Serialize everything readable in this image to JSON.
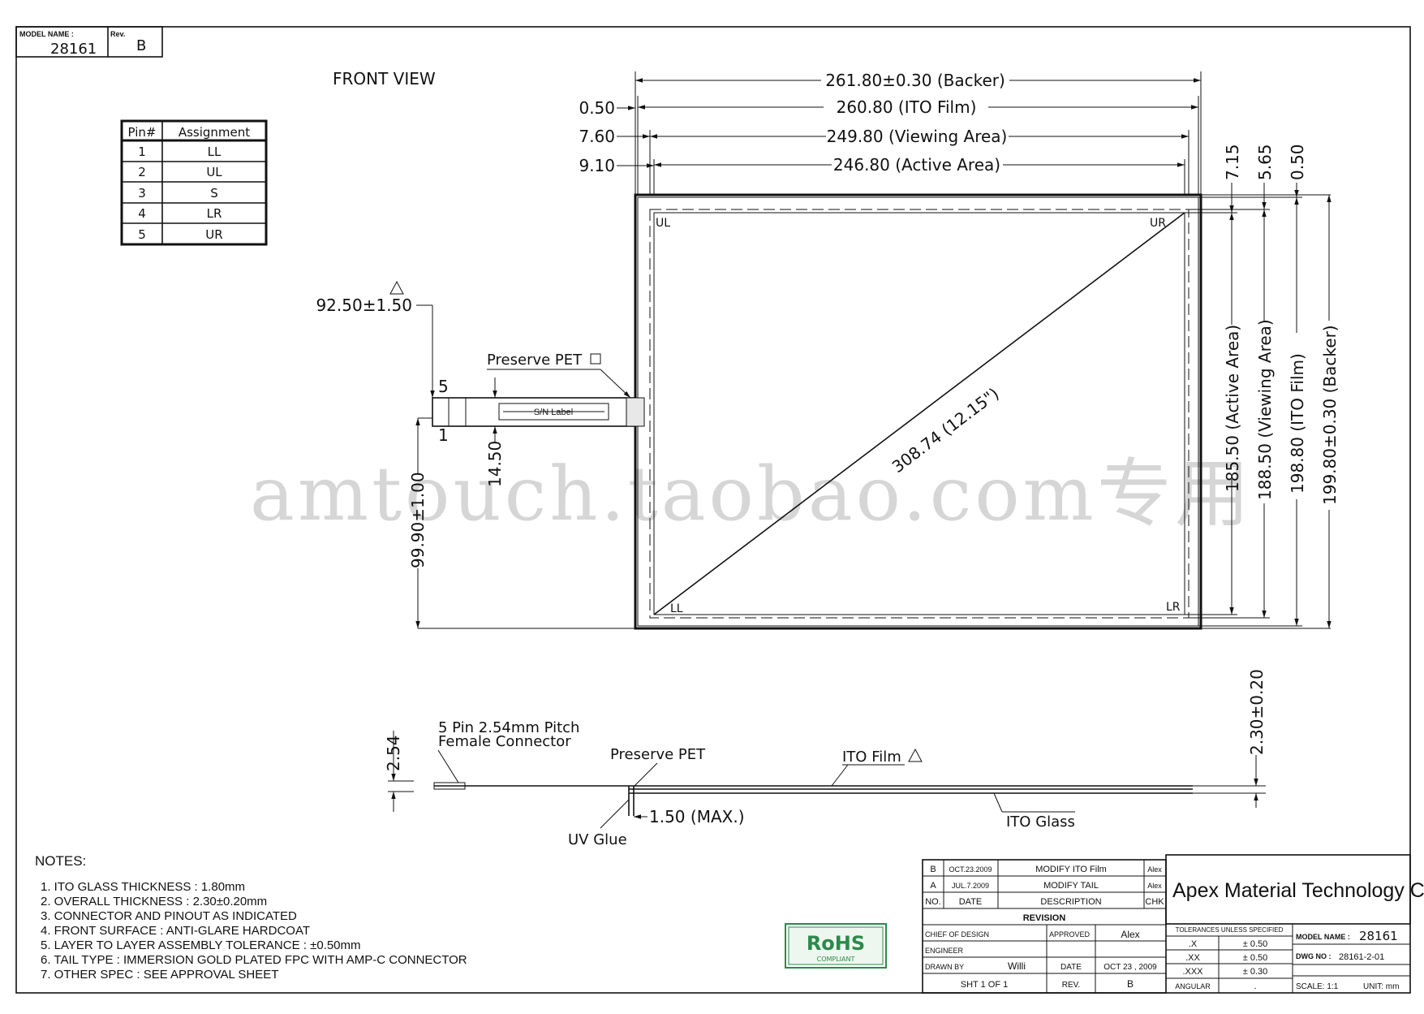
{
  "title_block_top": {
    "model_label": "MODEL NAME :",
    "model_value": "28161",
    "rev_label": "Rev.",
    "rev_value": "B"
  },
  "front_view_title": "FRONT VIEW",
  "pin_table": {
    "headers": [
      "Pin#",
      "Assignment"
    ],
    "rows": [
      [
        "1",
        "LL"
      ],
      [
        "2",
        "UL"
      ],
      [
        "3",
        "S"
      ],
      [
        "4",
        "LR"
      ],
      [
        "5",
        "UR"
      ]
    ]
  },
  "dimensions": {
    "backer_w": "261.80±0.30 (Backer)",
    "ito_w": "260.80 (ITO Film)",
    "view_w": "249.80 (Viewing Area)",
    "active_w": "246.80 (Active Area)",
    "off_050": "0.50",
    "off_760": "7.60",
    "off_910": "9.10",
    "r_715": "7.15",
    "r_565": "5.65",
    "r_050": "0.50",
    "active_h": "185.50 (Active Area)",
    "view_h": "188.50 (Viewing Area)",
    "ito_h": "198.80 (ITO Film)",
    "backer_h": "199.80±0.30 (Backer)",
    "diag": "308.74 (12.15\")",
    "tail_pos": "92.50±1.50",
    "tail_h": "99.90±1.00",
    "tail_w": "14.50"
  },
  "corners": {
    "ul": "UL",
    "ur": "UR",
    "ll": "LL",
    "lr": "LR"
  },
  "tail": {
    "preserve_pet": "Preserve PET",
    "sn_label": "S/N Label",
    "pin5": "5",
    "pin1": "1"
  },
  "side_view": {
    "connector_1": "5 Pin 2.54mm Pitch",
    "connector_2": "Female Connector",
    "preserve_pet": "Preserve PET",
    "ito_film": "ITO Film",
    "dim_254": "2.54",
    "uv_glue": "UV Glue",
    "max": "1.50 (MAX.)",
    "ito_glass": "ITO Glass",
    "thickness": "2.30±0.20"
  },
  "notes": {
    "heading": "NOTES:",
    "items": [
      "1. ITO GLASS THICKNESS : 1.80mm",
      "2. OVERALL THICKNESS : 2.30±0.20mm",
      "3. CONNECTOR AND PINOUT AS INDICATED",
      "4. FRONT SURFACE : ANTI-GLARE HARDCOAT",
      "5. LAYER TO LAYER ASSEMBLY TOLERANCE : ±0.50mm",
      "6. TAIL TYPE : IMMERSION GOLD PLATED FPC WITH AMP-C CONNECTOR",
      "7. OTHER SPEC : SEE APPROVAL SHEET"
    ]
  },
  "rohs": {
    "main": "RoHS",
    "sub": "COMPLIANT"
  },
  "revision": {
    "rows": [
      [
        "B",
        "OCT.23.2009",
        "MODIFY ITO Film",
        "Alex"
      ],
      [
        "A",
        "JUL.7.2009",
        "MODIFY TAIL",
        "Alex"
      ]
    ],
    "headers": [
      "NO.",
      "DATE",
      "DESCRIPTION",
      "CHK"
    ],
    "title": "REVISION"
  },
  "sign": {
    "chief": "CHIEF OF DESIGN",
    "approved": "APPROVED",
    "approved_by": "Alex",
    "engineer": "ENGINEER",
    "drawn": "DRAWN BY",
    "drawn_by": "Willi",
    "date_label": "DATE",
    "date_value": "OCT 23 , 2009",
    "sht": "SHT 1 OF 1",
    "rev_label": "REV.",
    "rev_value": "B"
  },
  "company": "Apex Material Technology Corp.",
  "tolerance": {
    "title": "TOLERANCES UNLESS SPECIFIED",
    "rows": [
      [
        ".X",
        "± 0.50"
      ],
      [
        ".XX",
        "± 0.50"
      ],
      [
        ".XXX",
        "± 0.30"
      ],
      [
        "ANGULAR",
        "."
      ]
    ]
  },
  "info": {
    "model_label": "MODEL NAME :",
    "model_value": "28161",
    "dwg_label": "DWG NO :",
    "dwg_value": "28161-2-01",
    "scale": "SCALE: 1:1",
    "unit": "UNIT: mm"
  },
  "watermark": "amtouch.taobao.com专用"
}
